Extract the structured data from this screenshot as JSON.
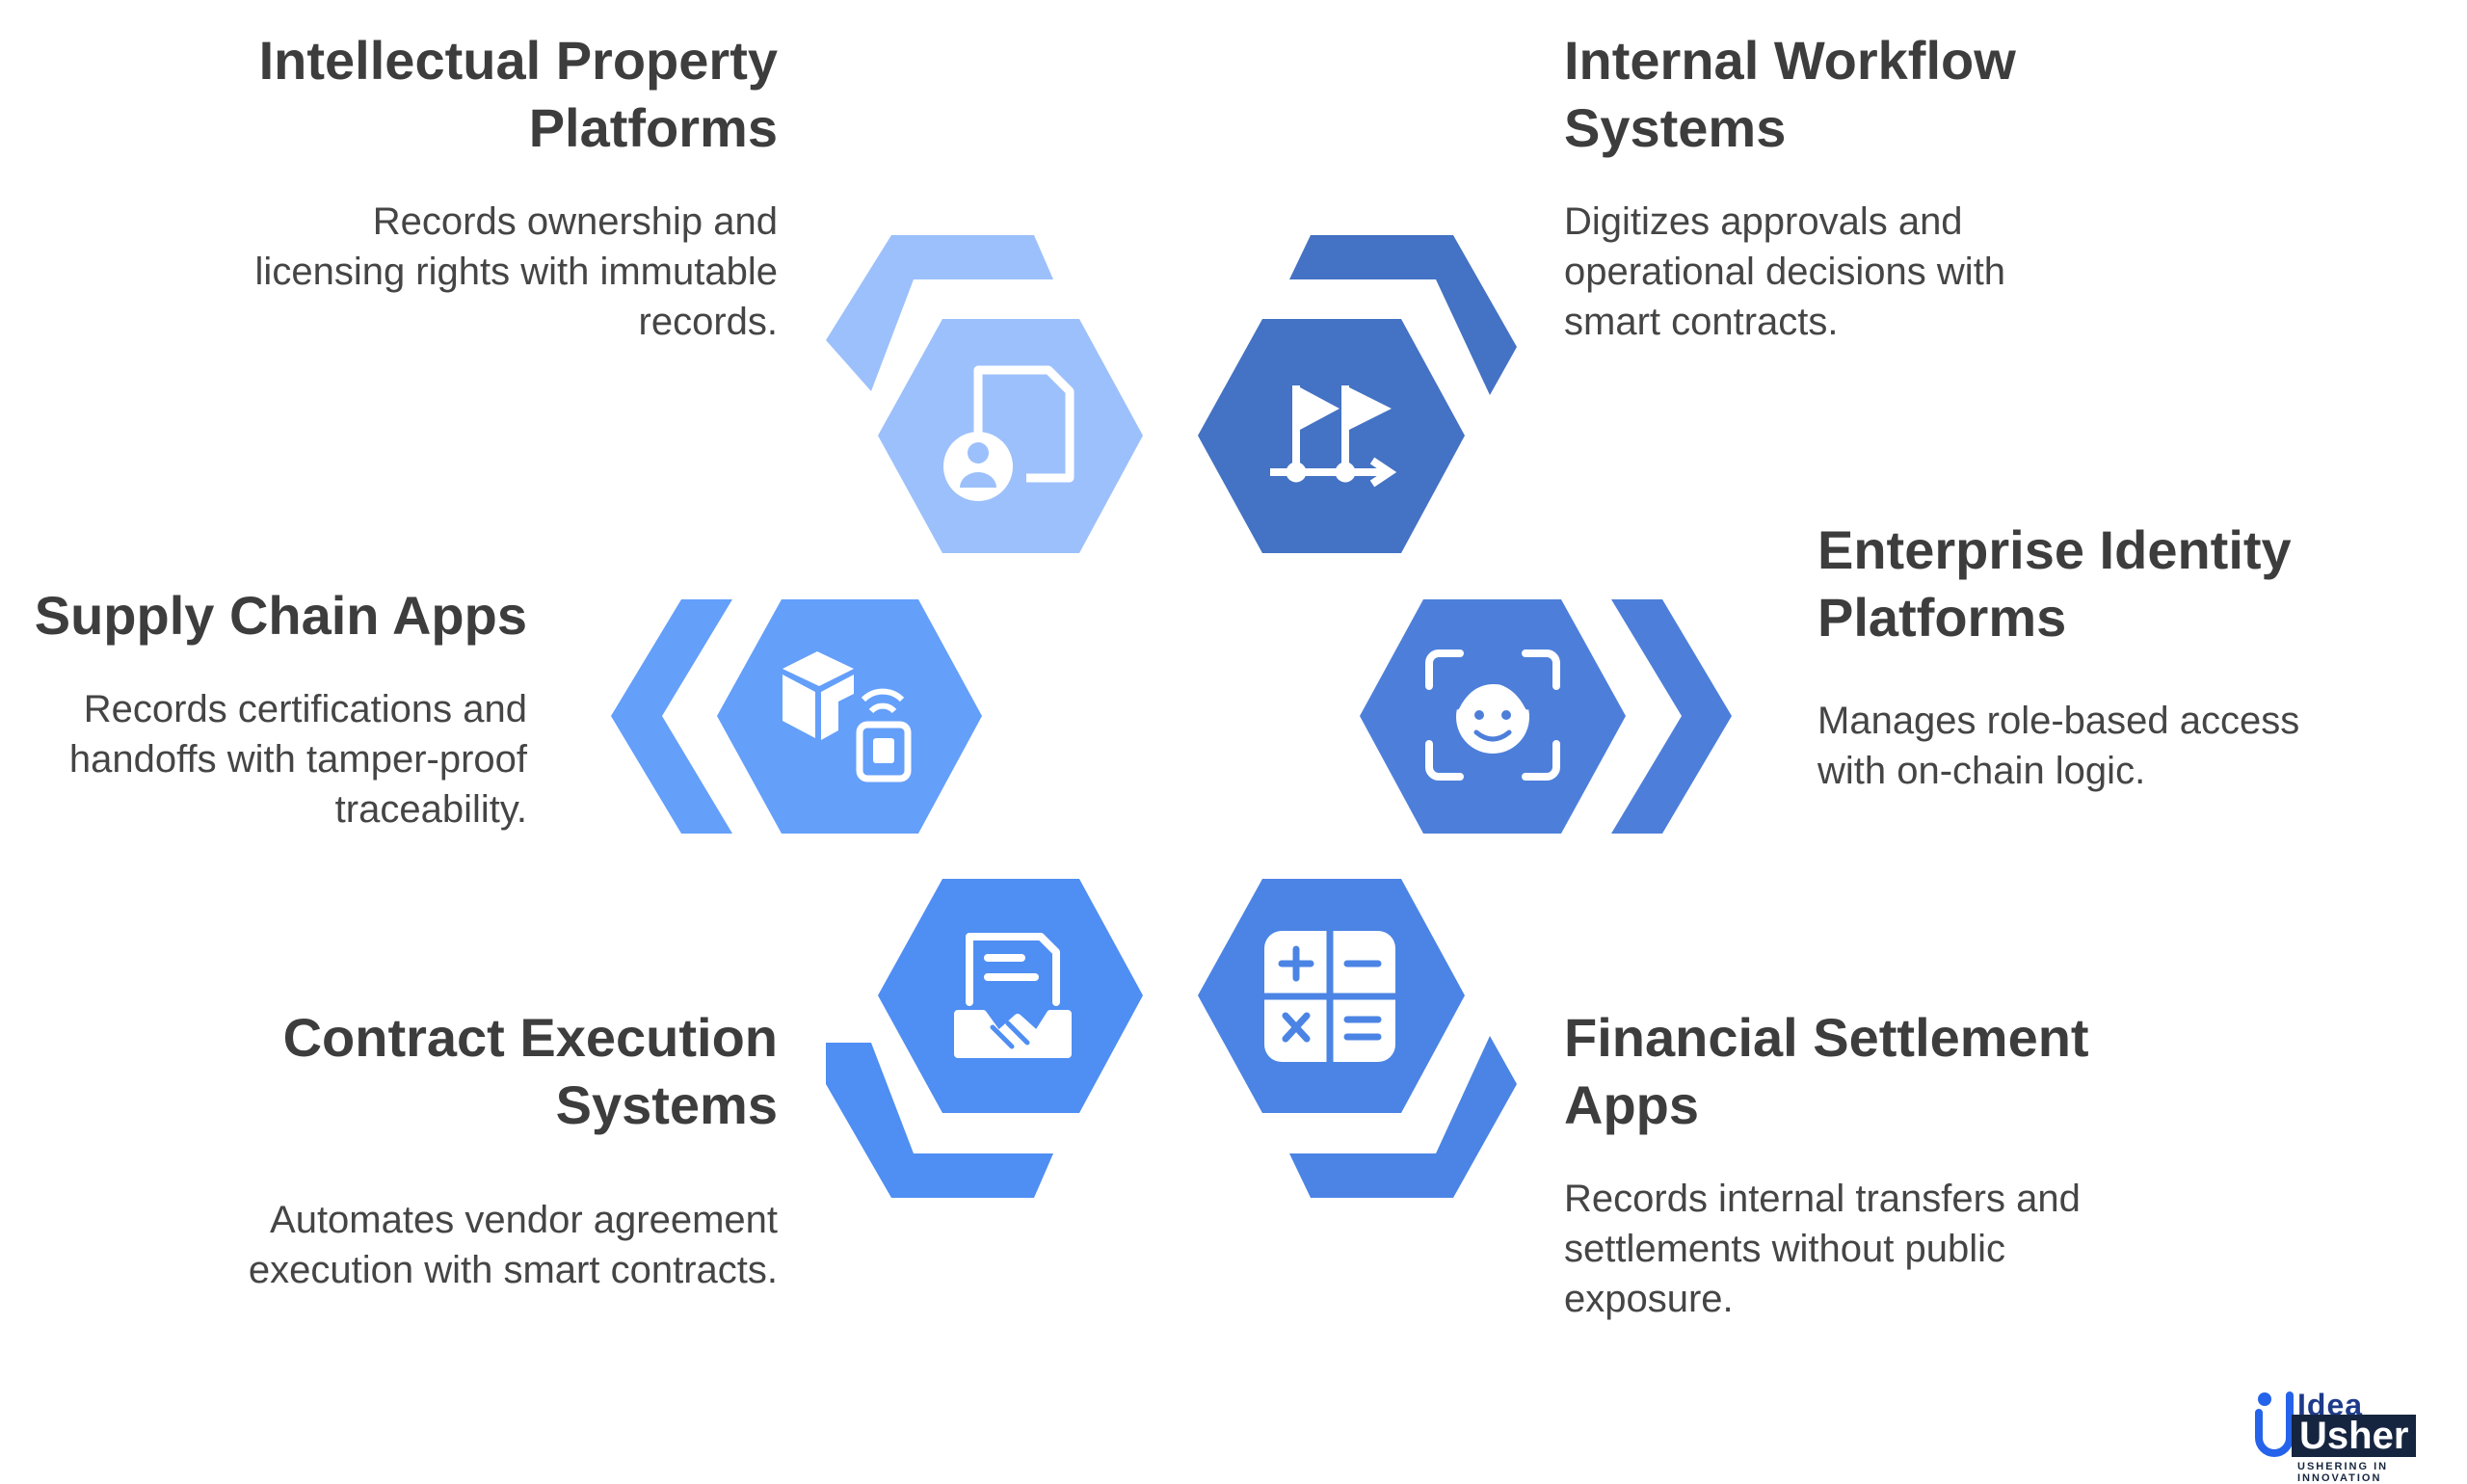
{
  "items": [
    {
      "title_line1": "Intellectual Property",
      "title_line2": "Platforms",
      "desc_line1": "Records ownership and",
      "desc_line2": "licensing rights with immutable",
      "desc_line3": "records.",
      "icon": "document-user-icon",
      "color": "#9cc0fb"
    },
    {
      "title_line1": "Internal Workflow",
      "title_line2": "Systems",
      "desc_line1": "Digitizes approvals and",
      "desc_line2": "operational decisions with",
      "desc_line3": "smart contracts.",
      "icon": "workflow-flags-icon",
      "color": "#4472c4"
    },
    {
      "title_line1": "Enterprise Identity",
      "title_line2": "Platforms",
      "desc_line1": "Manages role-based access",
      "desc_line2": "with on-chain logic.",
      "icon": "face-scan-icon",
      "color": "#4d7fda"
    },
    {
      "title_line1": "Financial Settlement",
      "title_line2": "Apps",
      "desc_line1": "Records internal transfers and",
      "desc_line2": "settlements without public",
      "desc_line3": "exposure.",
      "icon": "calculator-icon",
      "color": "#4b84e4"
    },
    {
      "title_line1": "Contract Execution",
      "title_line2": "Systems",
      "desc_line1": "Automates vendor agreement",
      "desc_line2": "execution with smart contracts.",
      "icon": "contract-handshake-icon",
      "color": "#4f8ef3"
    },
    {
      "title_line1": "Supply Chain Apps",
      "desc_line1": "Records certifications and",
      "desc_line2": "handoffs with tamper-proof",
      "desc_line3": "traceability.",
      "icon": "package-lock-icon",
      "color": "#649ffa"
    }
  ],
  "logo": {
    "top": "Idea",
    "bottom": "Usher",
    "tagline": "USHERING IN INNOVATION"
  }
}
